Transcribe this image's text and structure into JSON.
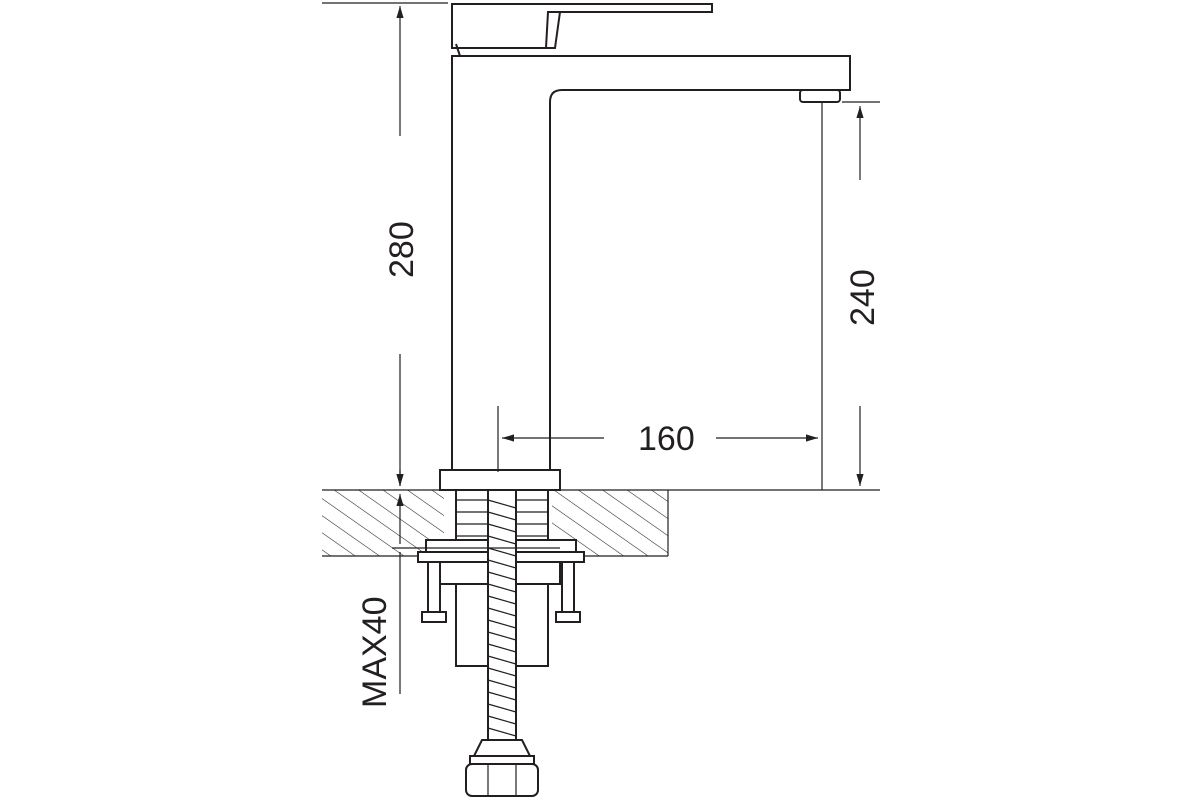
{
  "dimensions": {
    "total_height": "280",
    "spout_height": "240",
    "spout_reach": "160",
    "max_counter_thickness": "MAX40"
  },
  "colors": {
    "line": "#231f20",
    "background": "#ffffff"
  }
}
